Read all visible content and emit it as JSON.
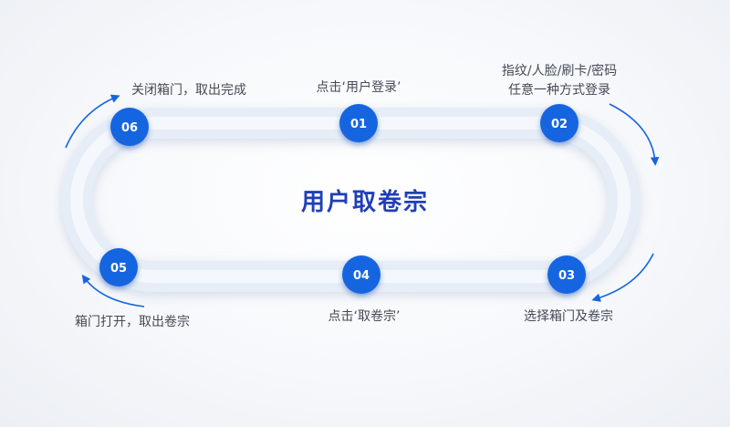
{
  "title": "用户取卷宗",
  "steps": [
    {
      "num": "01",
      "label_lines": [
        "点击‘用户登录’"
      ]
    },
    {
      "num": "02",
      "label_lines": [
        "指纹/人脸/刷卡/密码",
        "任意一种方式登录"
      ]
    },
    {
      "num": "03",
      "label_lines": [
        "选择箱门及卷宗"
      ]
    },
    {
      "num": "04",
      "label_lines": [
        "点击‘取卷宗’"
      ]
    },
    {
      "num": "05",
      "label_lines": [
        "箱门打开，取出卷宗"
      ]
    },
    {
      "num": "06",
      "label_lines": [
        "关闭箱门，取出完成"
      ]
    }
  ],
  "colors": {
    "node": "#1565e0",
    "title": "#1f3fb8",
    "track": "#e4ecf7",
    "arrow": "#1565e0"
  }
}
